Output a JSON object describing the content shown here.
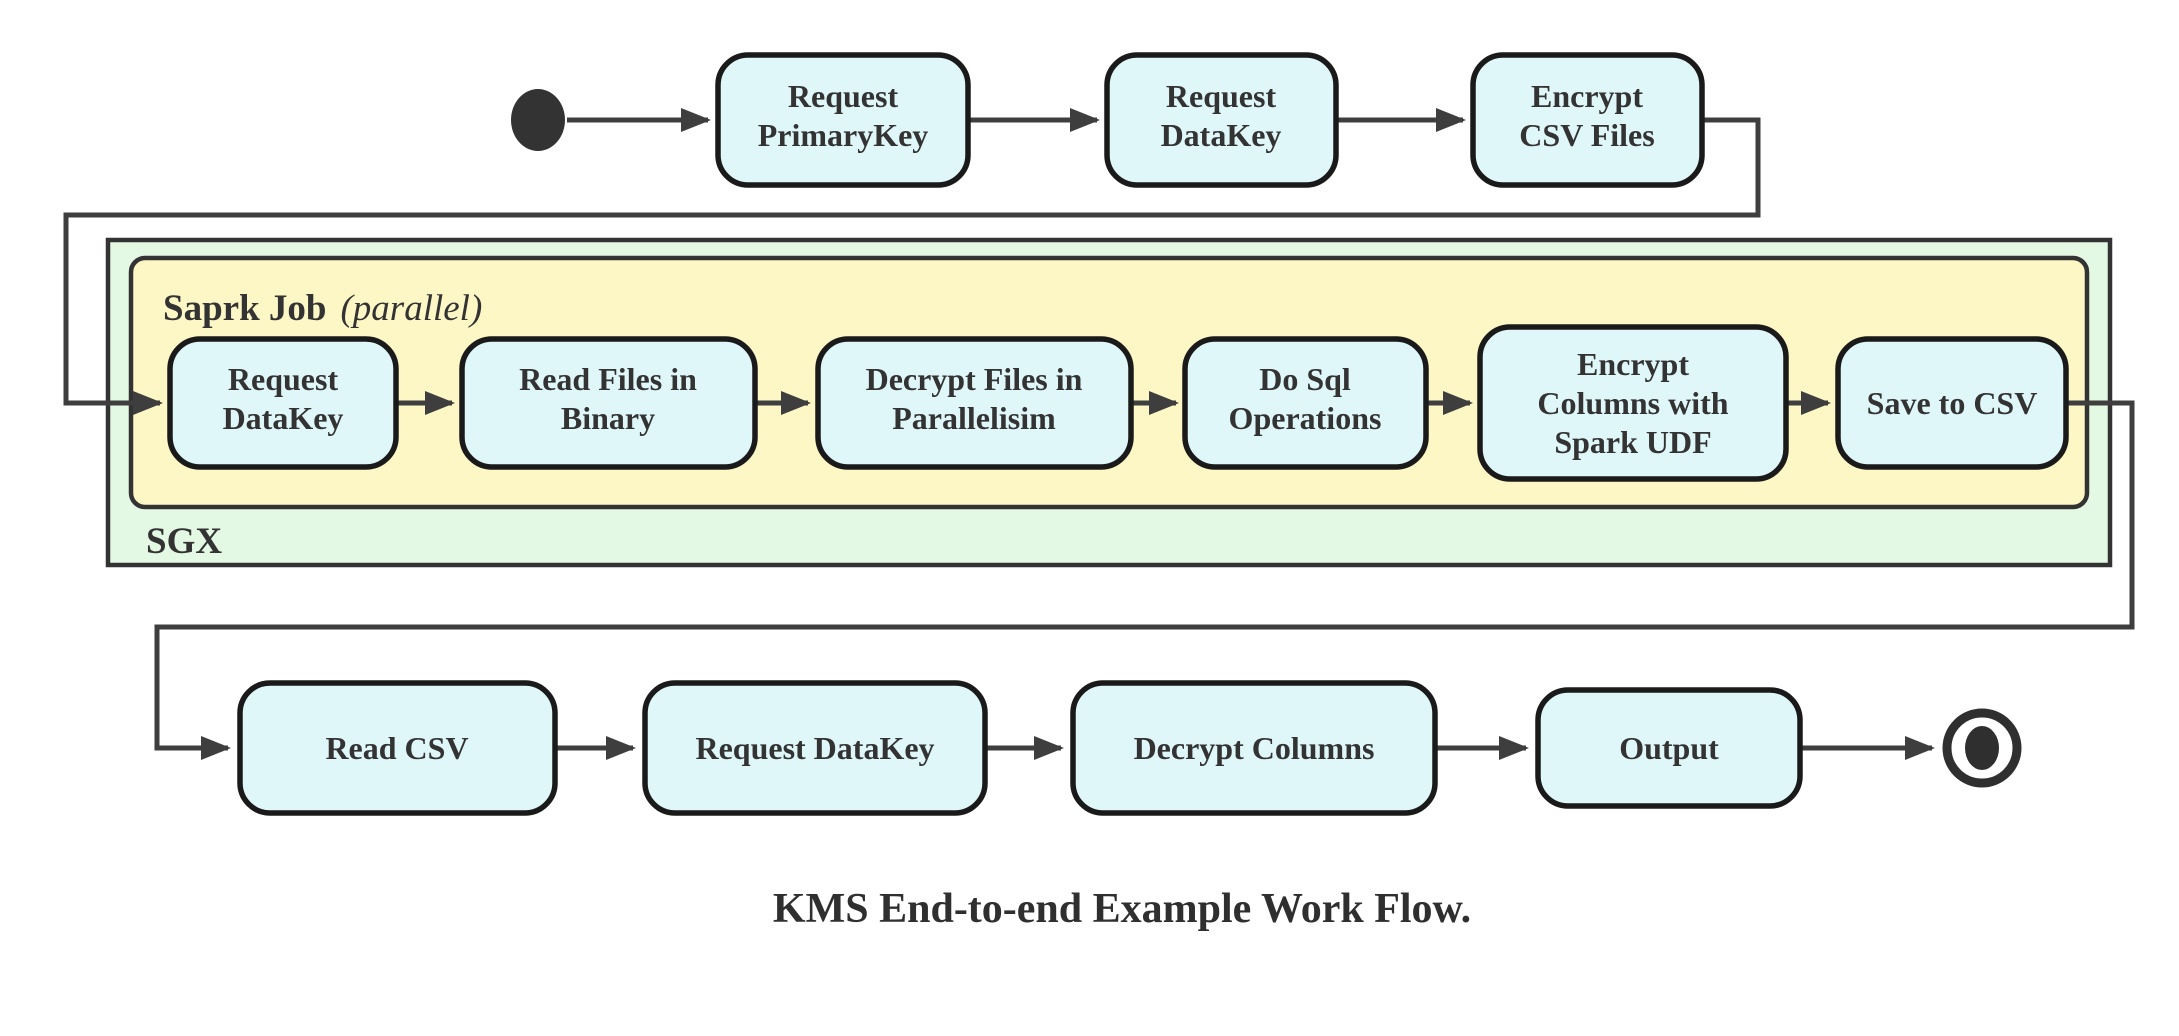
{
  "diagram": {
    "caption": "KMS End-to-end Example Work Flow.",
    "start_node": "initial-state",
    "end_node": "final-state",
    "top_row": {
      "nodes": [
        {
          "label": "Request PrimaryKey",
          "lines": [
            "Request",
            "PrimaryKey"
          ]
        },
        {
          "label": "Request DataKey",
          "lines": [
            "Request",
            "DataKey"
          ]
        },
        {
          "label": "Encrypt CSV Files",
          "lines": [
            "Encrypt",
            "CSV Files"
          ]
        }
      ]
    },
    "sgx_container": {
      "label": "SGX",
      "spark_container": {
        "title": "Saprk Job",
        "mode": "(parallel)"
      },
      "nodes": [
        {
          "label": "Request DataKey",
          "lines": [
            "Request",
            "DataKey"
          ]
        },
        {
          "label": "Read Files in Binary",
          "lines": [
            "Read Files in",
            "Binary"
          ]
        },
        {
          "label": "Decrypt Files in Parallelisim",
          "lines": [
            "Decrypt Files in",
            "Parallelisim"
          ]
        },
        {
          "label": "Do Sql Operations",
          "lines": [
            "Do Sql",
            "Operations"
          ]
        },
        {
          "label": "Encrypt Columns with Spark UDF",
          "lines": [
            "Encrypt",
            "Columns with",
            "Spark UDF"
          ]
        },
        {
          "label": "Save to CSV",
          "lines": [
            "Save to CSV"
          ]
        }
      ]
    },
    "bottom_row": {
      "nodes": [
        {
          "label": "Read CSV"
        },
        {
          "label": "Request DataKey"
        },
        {
          "label": "Decrypt Columns"
        },
        {
          "label": "Output"
        }
      ]
    },
    "colors": {
      "node_fill": "#e0f7fa",
      "node_border": "#1a1a1a",
      "sgx_fill": "#e4f9e4",
      "spark_fill": "#fdf7c5",
      "container_border": "#333333",
      "edge_line": "#3e3e3e",
      "text": "#333333"
    }
  }
}
